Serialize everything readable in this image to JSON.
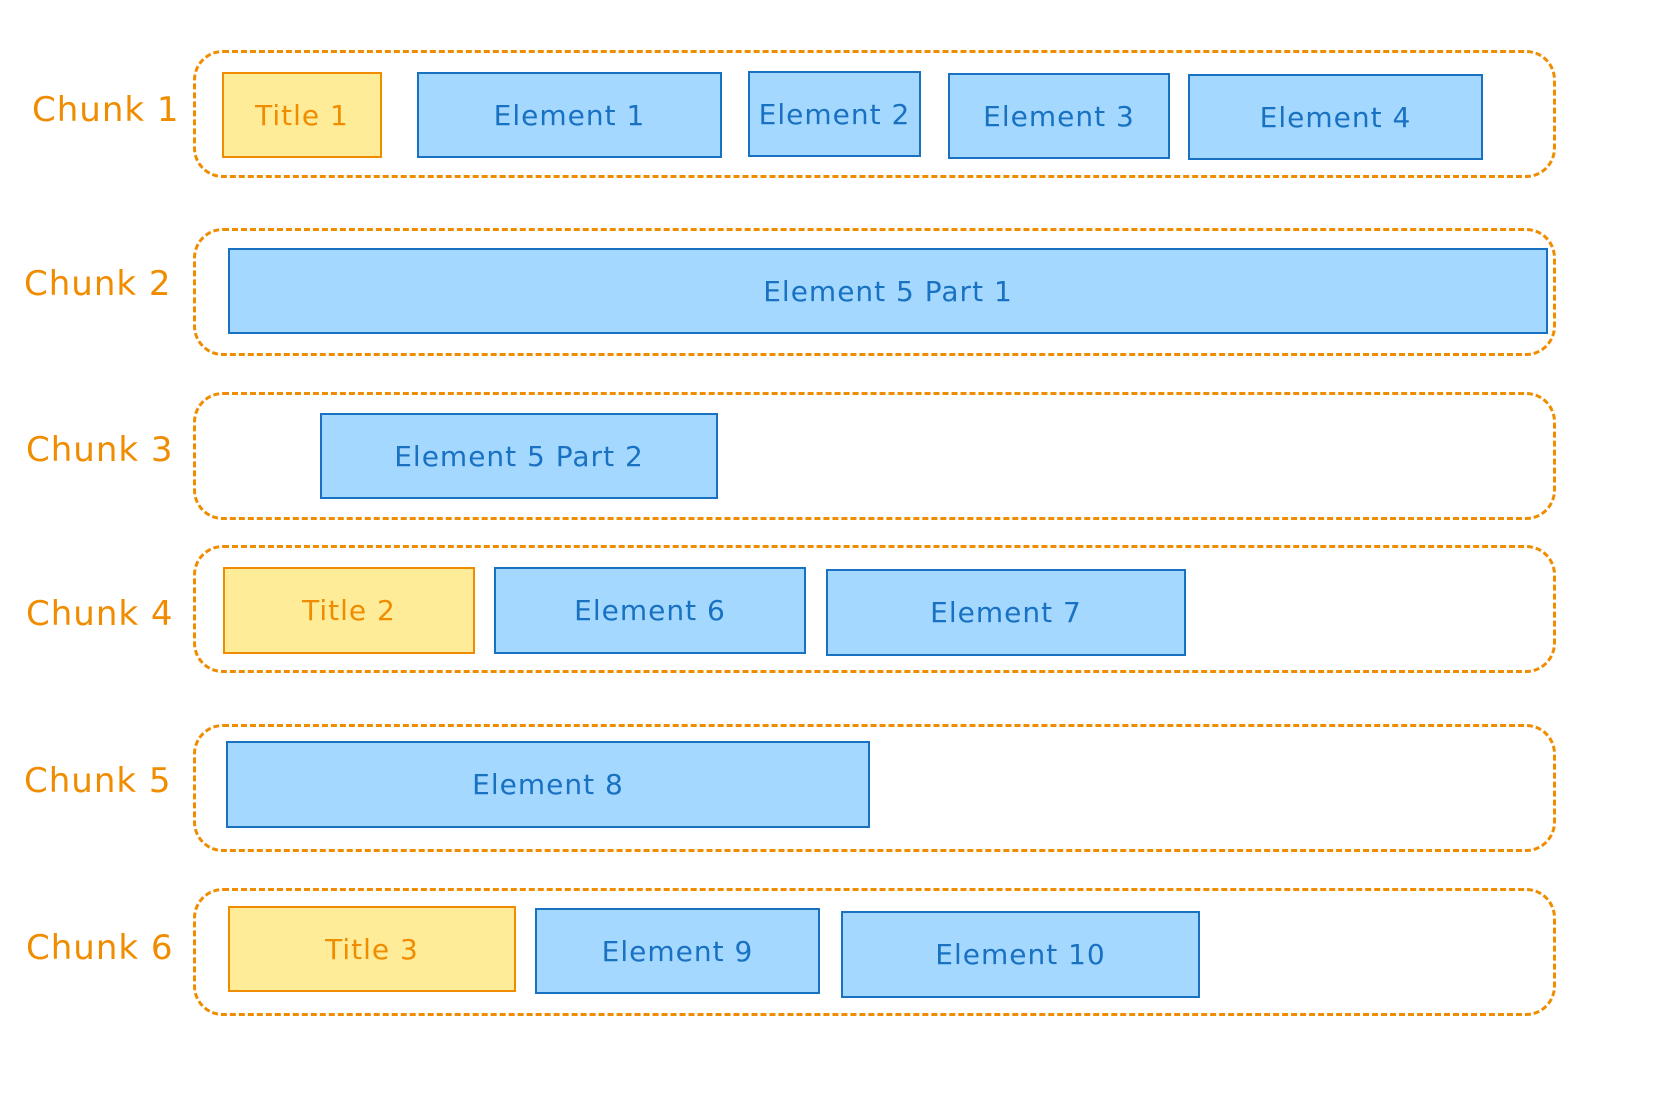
{
  "colors": {
    "chunk_accent": "#f08c00",
    "element_fill": "#a5d8ff",
    "element_stroke": "#1971c2",
    "title_fill": "#ffec99",
    "title_stroke": "#f08c00",
    "background": "#ffffff"
  },
  "chunks": [
    {
      "label": "Chunk 1",
      "items": [
        {
          "kind": "title",
          "text": "Title 1"
        },
        {
          "kind": "element",
          "text": "Element 1"
        },
        {
          "kind": "element",
          "text": "Element 2"
        },
        {
          "kind": "element",
          "text": "Element 3"
        },
        {
          "kind": "element",
          "text": "Element 4"
        }
      ]
    },
    {
      "label": "Chunk 2",
      "items": [
        {
          "kind": "element",
          "text": "Element 5 Part 1"
        }
      ]
    },
    {
      "label": "Chunk 3",
      "items": [
        {
          "kind": "element",
          "text": "Element 5 Part 2"
        }
      ]
    },
    {
      "label": "Chunk 4",
      "items": [
        {
          "kind": "title",
          "text": "Title 2"
        },
        {
          "kind": "element",
          "text": "Element 6"
        },
        {
          "kind": "element",
          "text": "Element 7"
        }
      ]
    },
    {
      "label": "Chunk 5",
      "items": [
        {
          "kind": "element",
          "text": "Element 8"
        }
      ]
    },
    {
      "label": "Chunk 6",
      "items": [
        {
          "kind": "title",
          "text": "Title 3"
        },
        {
          "kind": "element",
          "text": "Element 9"
        },
        {
          "kind": "element",
          "text": "Element 10"
        }
      ]
    }
  ]
}
